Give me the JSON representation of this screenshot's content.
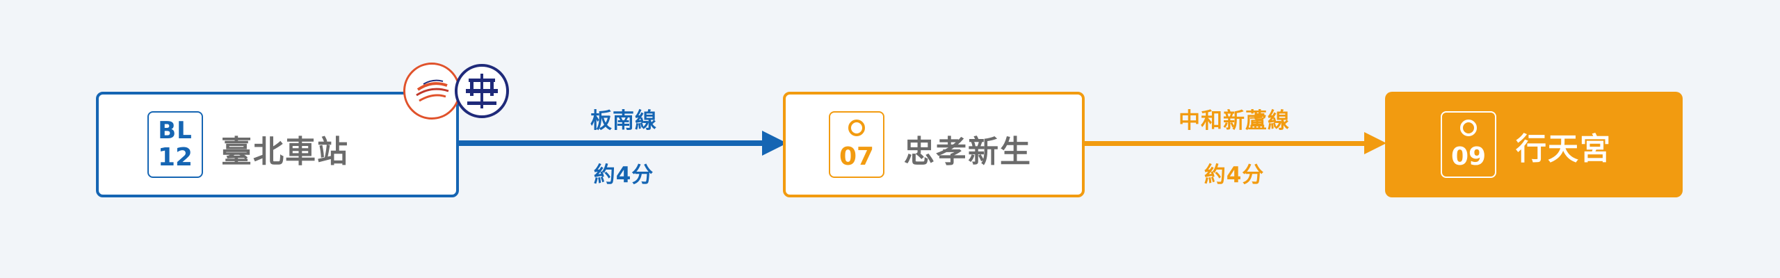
{
  "colors": {
    "blue": "#1565b3",
    "orange": "#f29b10",
    "gray_text": "#6b6b6b",
    "white": "#ffffff",
    "hsr_red": "#e0522b",
    "tra_navy": "#1f2a7a"
  },
  "stations": [
    {
      "code_line": "BL",
      "code_num": "12",
      "name": "臺北車站"
    },
    {
      "code_line": "O",
      "code_num": "07",
      "name": "忠孝新生"
    },
    {
      "code_line": "O",
      "code_num": "09",
      "name": "行天宮"
    }
  ],
  "segments": [
    {
      "line": "板南線",
      "time": "約4分"
    },
    {
      "line": "中和新蘆線",
      "time": "約4分"
    }
  ],
  "transfer_icons": [
    "high-speed-rail-icon",
    "taiwan-railway-icon"
  ]
}
